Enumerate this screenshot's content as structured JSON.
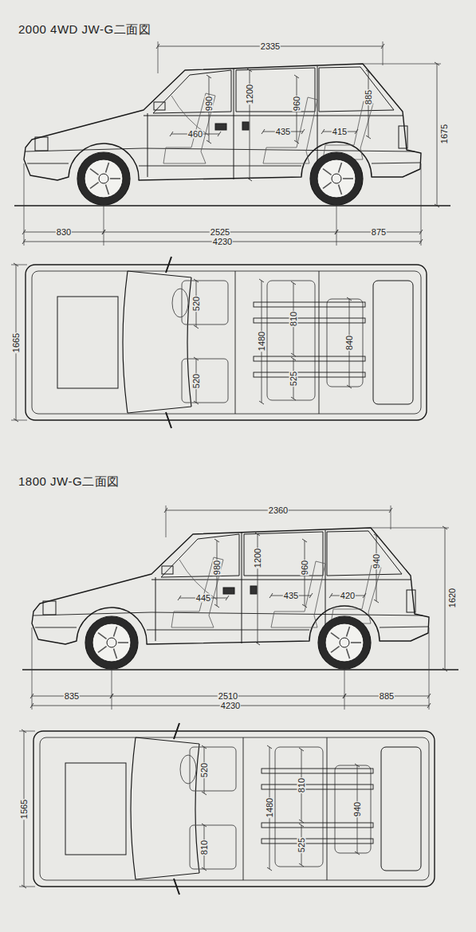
{
  "diagram": {
    "labels": [
      "2000 4WD JW-G二面図",
      "2335",
      "990",
      "1200",
      "960",
      "885",
      "1675",
      "460",
      "435",
      "415",
      "830",
      "2525",
      "875",
      "4230",
      "1665",
      "520",
      "810",
      "1480",
      "840",
      "520",
      "525",
      "1800 JW-G二面図",
      "2360",
      "980",
      "1200",
      "960",
      "940",
      "1620",
      "445",
      "435",
      "420",
      "835",
      "2510",
      "885",
      "4230",
      "1565",
      "520",
      "810",
      "1480",
      "940",
      "810",
      "525"
    ]
  }
}
